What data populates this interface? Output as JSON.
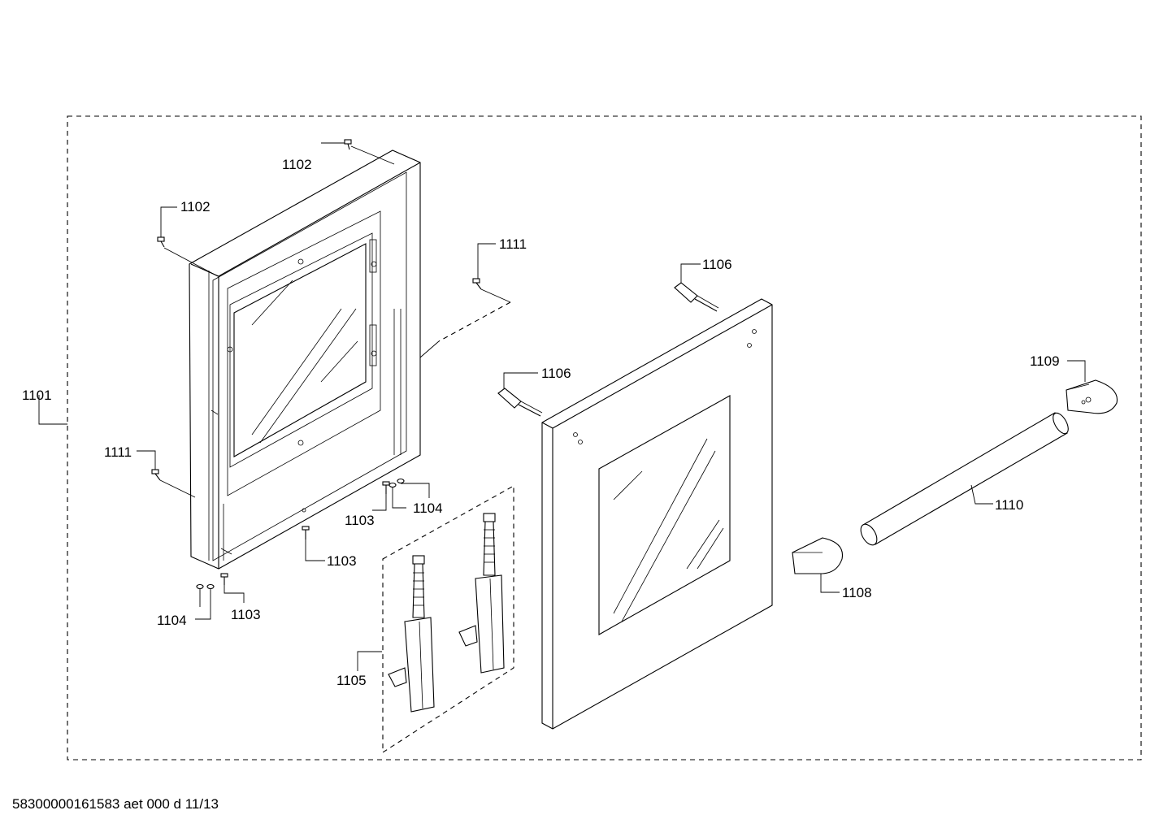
{
  "labels": {
    "p1101": "1101",
    "p1102a": "1102",
    "p1102b": "1102",
    "p1103a": "1103",
    "p1103b": "1103",
    "p1103c": "1103",
    "p1104a": "1104",
    "p1104b": "1104",
    "p1105": "1105",
    "p1106a": "1106",
    "p1106b": "1106",
    "p1108": "1108",
    "p1109": "1109",
    "p1110": "1110",
    "p1111a": "1111",
    "p1111b": "1111"
  },
  "footer": "58300000161583 aet 000 d 11/13"
}
